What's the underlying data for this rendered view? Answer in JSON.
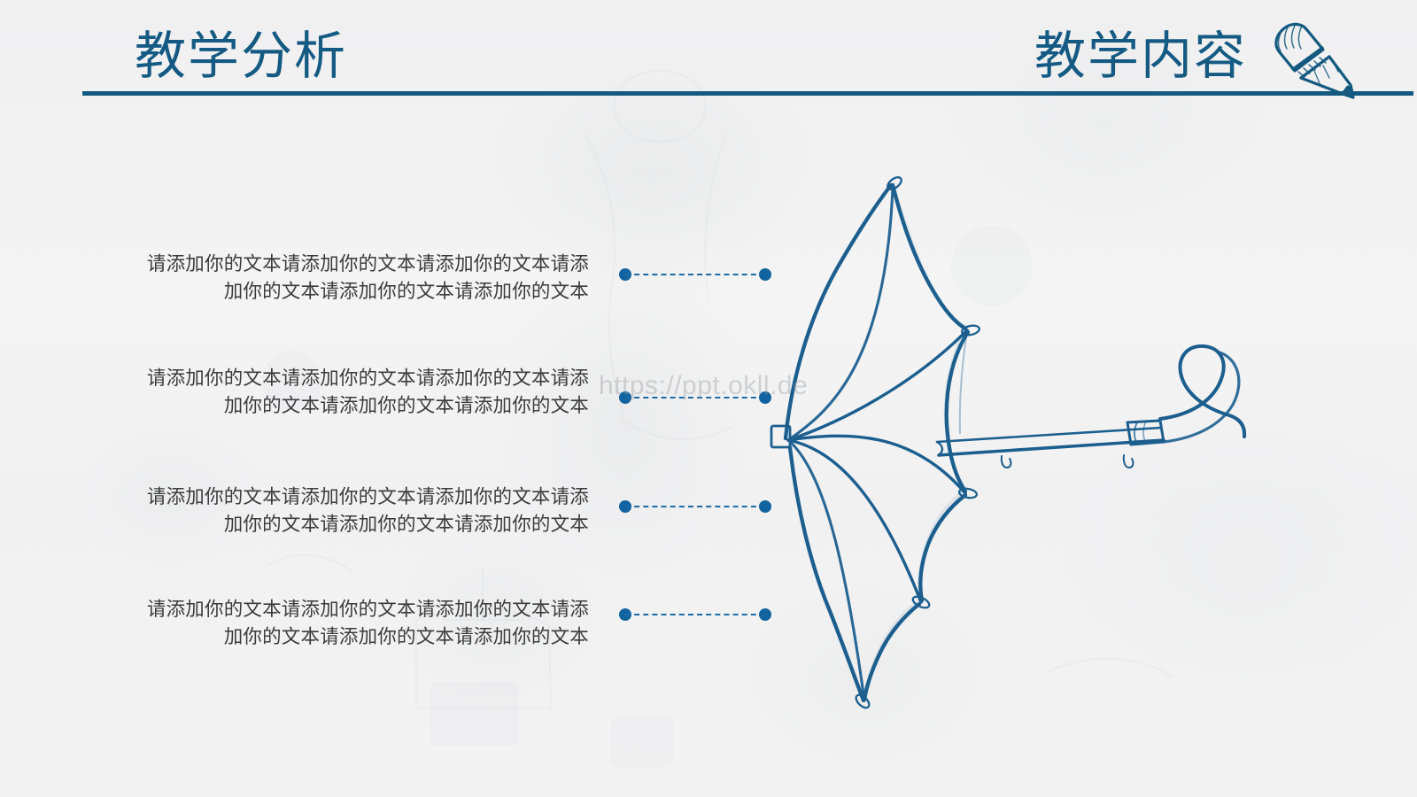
{
  "slide": {
    "background_color": "#f2f2f2",
    "accent_color": "#145a83",
    "dot_color": "#1263a0",
    "text_color": "#3b3b3b"
  },
  "header": {
    "title_left": "教学分析",
    "title_right": "教学内容",
    "rule_color": "#14597f",
    "pencil_icon": "pencil-icon"
  },
  "body": {
    "items": [
      {
        "text": "请添加你的文本请添加你的文本请添加你的文本请添加你的文本请添加你的文本请添加你的文本",
        "connector": "dotted-line-connector"
      },
      {
        "text": "请添加你的文本请添加你的文本请添加你的文本请添加你的文本请添加你的文本请添加你的文本",
        "connector": "dotted-line-connector"
      },
      {
        "text": "请添加你的文本请添加你的文本请添加你的文本请添加你的文本请添加你的文本请添加你的文本",
        "connector": "dotted-line-connector"
      },
      {
        "text": "请添加你的文本请添加你的文本请添加你的文本请添加你的文本请添加你的文本请添加你的文本",
        "connector": "dotted-line-connector"
      }
    ]
  },
  "illustration": {
    "name": "umbrella-illustration",
    "style": "hand-drawn line art",
    "stroke_color": "#1c5f8f",
    "orientation": "canopy opening left, hook handle to the right"
  },
  "watermark": {
    "url": "https://ppt.okll.de"
  }
}
